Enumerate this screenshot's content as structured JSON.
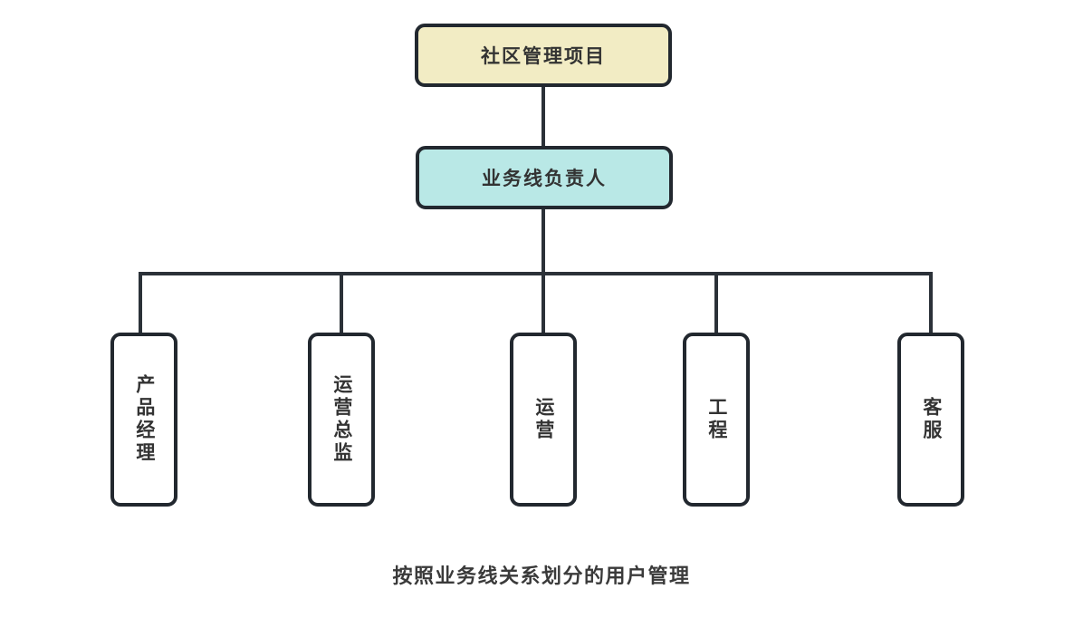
{
  "diagram": {
    "type": "org-chart",
    "background_color": "#ffffff",
    "line_color": "#2b3138",
    "border_color": "#22282f",
    "caption": "按照业务线关系划分的用户管理",
    "root": {
      "label": "社区管理项目",
      "fill_color": "#f2ecc4"
    },
    "owner": {
      "label": "业务线负责人",
      "fill_color": "#b9e8e6"
    },
    "leaves": [
      {
        "label": "产品经理",
        "fill_color": "#ffffff"
      },
      {
        "label": "运营总监",
        "fill_color": "#ffffff"
      },
      {
        "label": "运营",
        "fill_color": "#ffffff"
      },
      {
        "label": "工程",
        "fill_color": "#ffffff"
      },
      {
        "label": "客服",
        "fill_color": "#ffffff"
      }
    ]
  }
}
